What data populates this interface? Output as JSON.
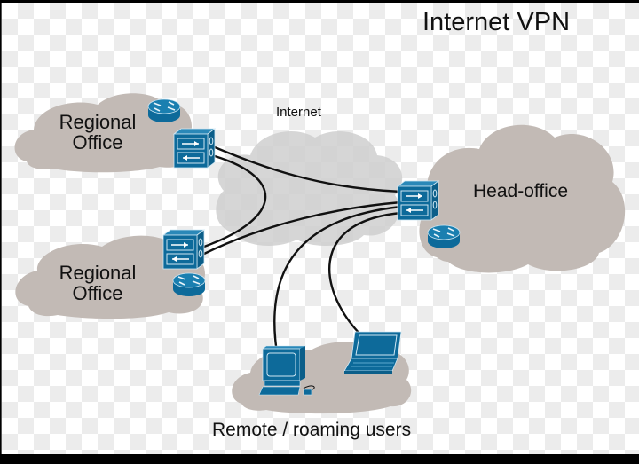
{
  "title": "Internet VPN",
  "colors": {
    "device_blue": "#0d6a9a",
    "device_stroke": "#cfe7f3",
    "site_cloud": "#c2bab5",
    "internet_cloud": "#cfcfcf",
    "link": "#111111"
  },
  "nodes": {
    "internet": {
      "label": "Internet",
      "icon": "cloud-icon"
    },
    "regional_office_1": {
      "label_line1": "Regional",
      "label_line2": "Office",
      "devices": [
        "router-icon",
        "firewall-icon"
      ]
    },
    "regional_office_2": {
      "label_line1": "Regional",
      "label_line2": "Office",
      "devices": [
        "firewall-icon",
        "router-icon"
      ]
    },
    "head_office": {
      "label": "Head-office",
      "devices": [
        "firewall-icon",
        "router-icon"
      ]
    },
    "remote_users": {
      "label": "Remote / roaming users",
      "devices": [
        "desktop-computer-icon",
        "laptop-icon"
      ]
    }
  },
  "links": [
    {
      "from": "regional_office_1",
      "to": "head_office"
    },
    {
      "from": "regional_office_1",
      "to": "regional_office_2"
    },
    {
      "from": "regional_office_2",
      "to": "head_office"
    },
    {
      "from": "remote_users_desktop",
      "to": "head_office"
    },
    {
      "from": "remote_users_laptop",
      "to": "head_office"
    }
  ]
}
